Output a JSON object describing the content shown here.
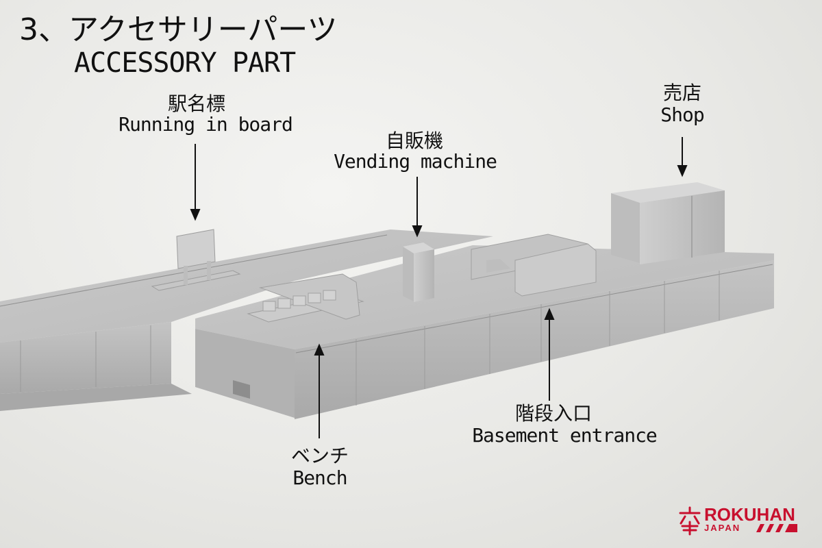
{
  "title": {
    "jp": "3、アクセサリーパーツ",
    "en": "ACCESSORY PART"
  },
  "labels": {
    "running_board": {
      "jp": "駅名標",
      "en": "Running in board"
    },
    "vending": {
      "jp": "自販機",
      "en": "Vending machine"
    },
    "shop": {
      "jp": "売店",
      "en": "Shop"
    },
    "basement": {
      "jp": "階段入口",
      "en": "Basement entrance"
    },
    "bench": {
      "jp": "ベンチ",
      "en": "Bench"
    }
  },
  "logo": {
    "name": "ROKUHAN",
    "sub": "JAPAN",
    "brand_color": "#c8102e"
  },
  "colors": {
    "model_gray": "#bcbcbc",
    "background": "#ececea"
  }
}
